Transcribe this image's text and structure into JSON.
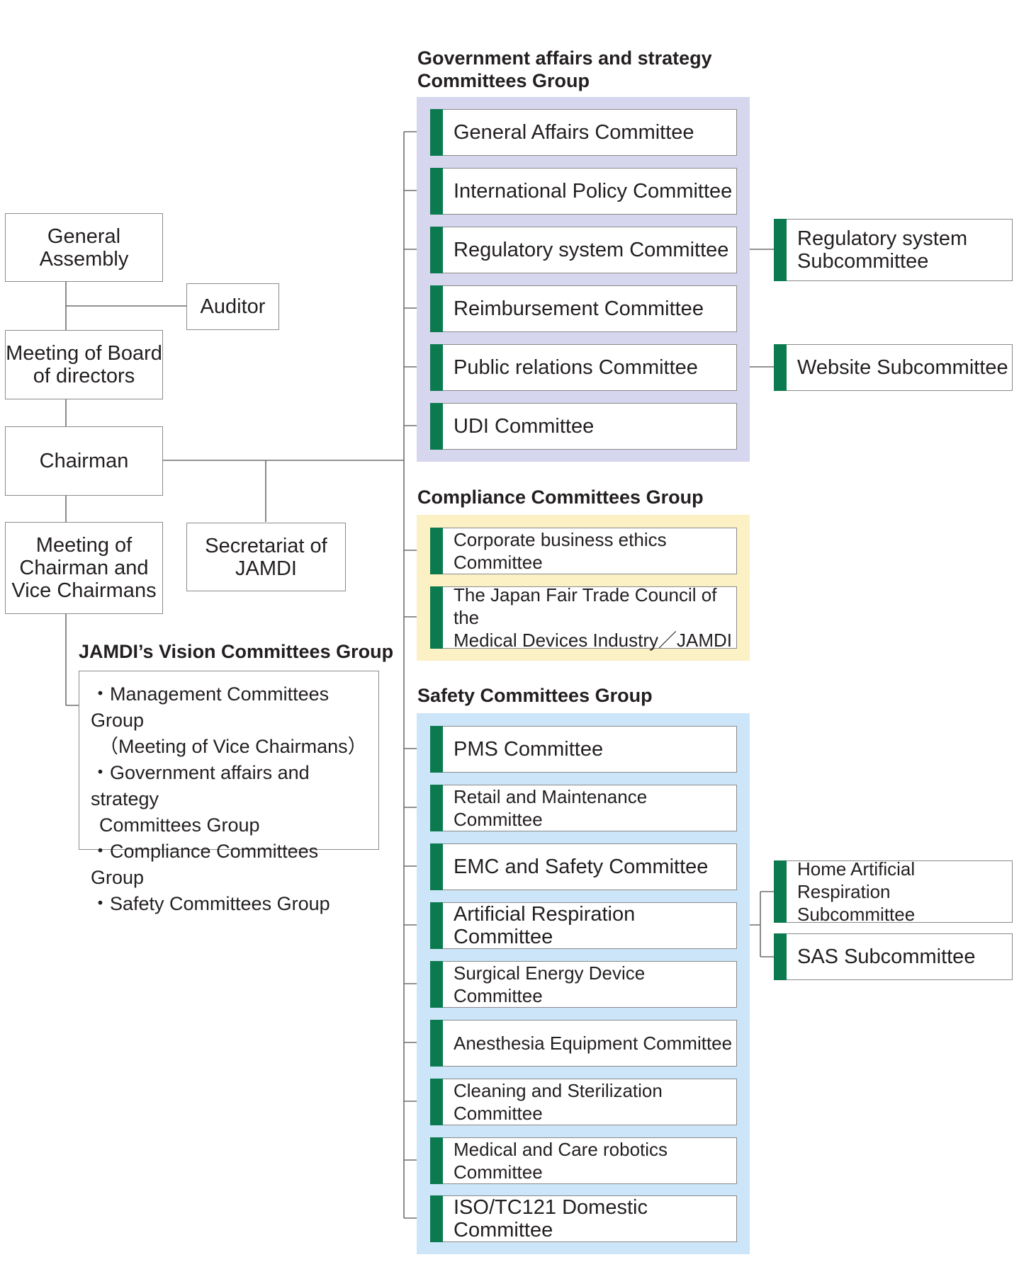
{
  "colors": {
    "accent_green": "#0b7a4f",
    "government_panel": "#d6d6ee",
    "compliance_panel": "#fcf0c5",
    "safety_panel": "#cce5f8",
    "connector": "#6d6e71"
  },
  "left": {
    "general_assembly": "General\nAssembly",
    "auditor": "Auditor",
    "board": "Meeting of Board\nof directors",
    "chairman": "Chairman",
    "vice_meeting": "Meeting of\nChairman and\nVice Chairmans",
    "secretariat": "Secretariat of\nJAMDI"
  },
  "vision": {
    "title": "JAMDI’s Vision Committees Group",
    "items": [
      "・Management Committees Group",
      "（Meeting of Vice Chairmans）",
      "・Government affairs and strategy",
      "Committees Group",
      "・Compliance Committees Group",
      "・Safety Committees Group"
    ]
  },
  "groups": {
    "government": {
      "title": "Government affairs and strategy\nCommittees Group",
      "committees": [
        "General Affairs Committee",
        "International Policy Committee",
        "Regulatory system Committee",
        "Reimbursement Committee",
        "Public relations Committee",
        "UDI Committee"
      ]
    },
    "compliance": {
      "title": "Compliance Committees Group",
      "committees": [
        "Corporate business ethics Committee",
        "The Japan Fair Trade Council of the\nMedical Devices Industry／JAMDI"
      ]
    },
    "safety": {
      "title": "Safety Committees Group",
      "committees": [
        "PMS Committee",
        "Retail and Maintenance Committee",
        "EMC and Safety Committee",
        "Artificial Respiration Committee",
        "Surgical Energy Device Committee",
        "Anesthesia Equipment Committee",
        "Cleaning and Sterilization Committee",
        "Medical and Care robotics Committee",
        "ISO/TC121 Domestic Committee"
      ]
    }
  },
  "subcommittees": {
    "regulatory": "Regulatory system\nSubcommittee",
    "website": "Website Subcommittee",
    "home_resp": "Home Artificial Respiration\nSubcommittee",
    "sas": "SAS Subcommittee"
  }
}
